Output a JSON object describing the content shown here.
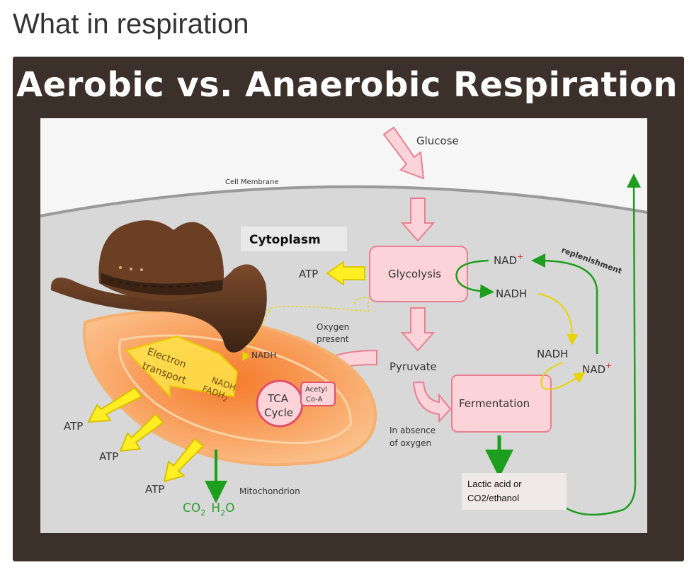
{
  "caption": "What in respiration",
  "diagram": {
    "title": "Aerobic vs. Anaerobic Respiration",
    "labels": {
      "glucose": "Glucose",
      "cell_membrane": "Cell Membrane",
      "cytoplasm": "Cytoplasm",
      "glycolysis": "Glycolysis",
      "atp_glycolysis": "ATP",
      "nad_plus_top": "NAD",
      "nadh_top": "NADH",
      "replenishment": "replenishment",
      "oxygen_present_1": "Oxygen",
      "oxygen_present_2": "present",
      "pyruvate": "Pyruvate",
      "nadh_mito": "NADH",
      "nadh_right": "NADH",
      "nad_plus_right": "NAD",
      "fermentation": "Fermentation",
      "absence_1": "In absence",
      "absence_2": "of oxygen",
      "products_1": "Lactic acid or",
      "products_2": "CO2/ethanol",
      "electron_1": "Electron",
      "electron_2": "transport",
      "nadh_fadh_1": "NADH",
      "nadh_fadh_2": "FADH",
      "tca_1": "TCA",
      "tca_2": "Cycle",
      "acetyl_1": "Acetyl",
      "acetyl_2": "Co-A",
      "atp_1": "ATP",
      "atp_2": "ATP",
      "atp_3": "ATP",
      "mitochondrion": "Mitochondrion",
      "co2": "CO",
      "h2o_h": "H",
      "h2o_o": "O",
      "plus": "+",
      "sub2": "2"
    },
    "colors": {
      "pink_fill": "#fbd3d9",
      "pink_stroke": "#e9808f",
      "green": "#1e9e1e",
      "yellow": "#ffee22",
      "orange": "#f9a55a",
      "frame": "#3b302a",
      "hat": "#5a3520"
    }
  }
}
